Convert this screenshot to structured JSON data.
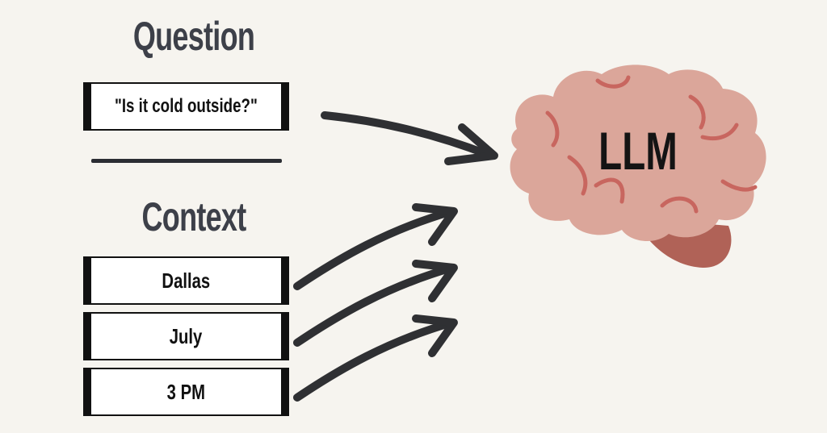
{
  "question": {
    "heading": "Question",
    "text": "\"Is it cold outside?\""
  },
  "context": {
    "heading": "Context",
    "items": [
      "Dallas",
      "July",
      "3 PM"
    ]
  },
  "model": {
    "label": "LLM",
    "icon": "brain-icon"
  },
  "colors": {
    "background": "#f6f4ef",
    "heading": "#3d4049",
    "brain": "#dba69a",
    "brain_folds": "#c8665f",
    "brain_stem": "#b06257",
    "arrow": "#2f3033"
  }
}
